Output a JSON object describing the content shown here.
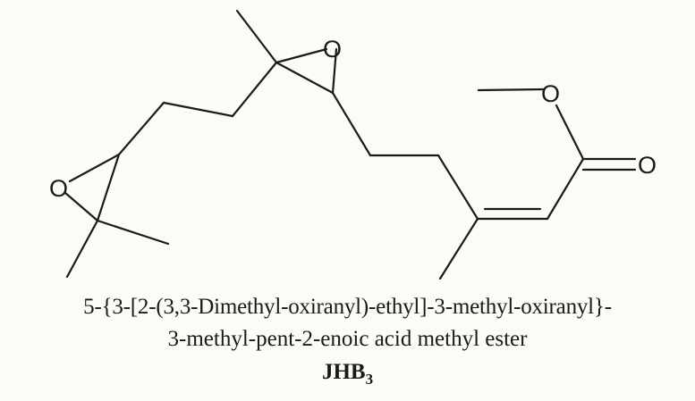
{
  "atoms": {
    "epoxide_top_o": "O",
    "epoxide_left_o": "O",
    "ester_o": "O",
    "carbonyl_o": "O"
  },
  "caption": {
    "name_line1": "5-{3-[2-(3,3-Dimethyl-oxiranyl)-ethyl]-3-methyl-oxiranyl}-",
    "name_line2": "3-methyl-pent-2-enoic acid methyl ester",
    "label": "JHB",
    "label_subscript": "3"
  }
}
